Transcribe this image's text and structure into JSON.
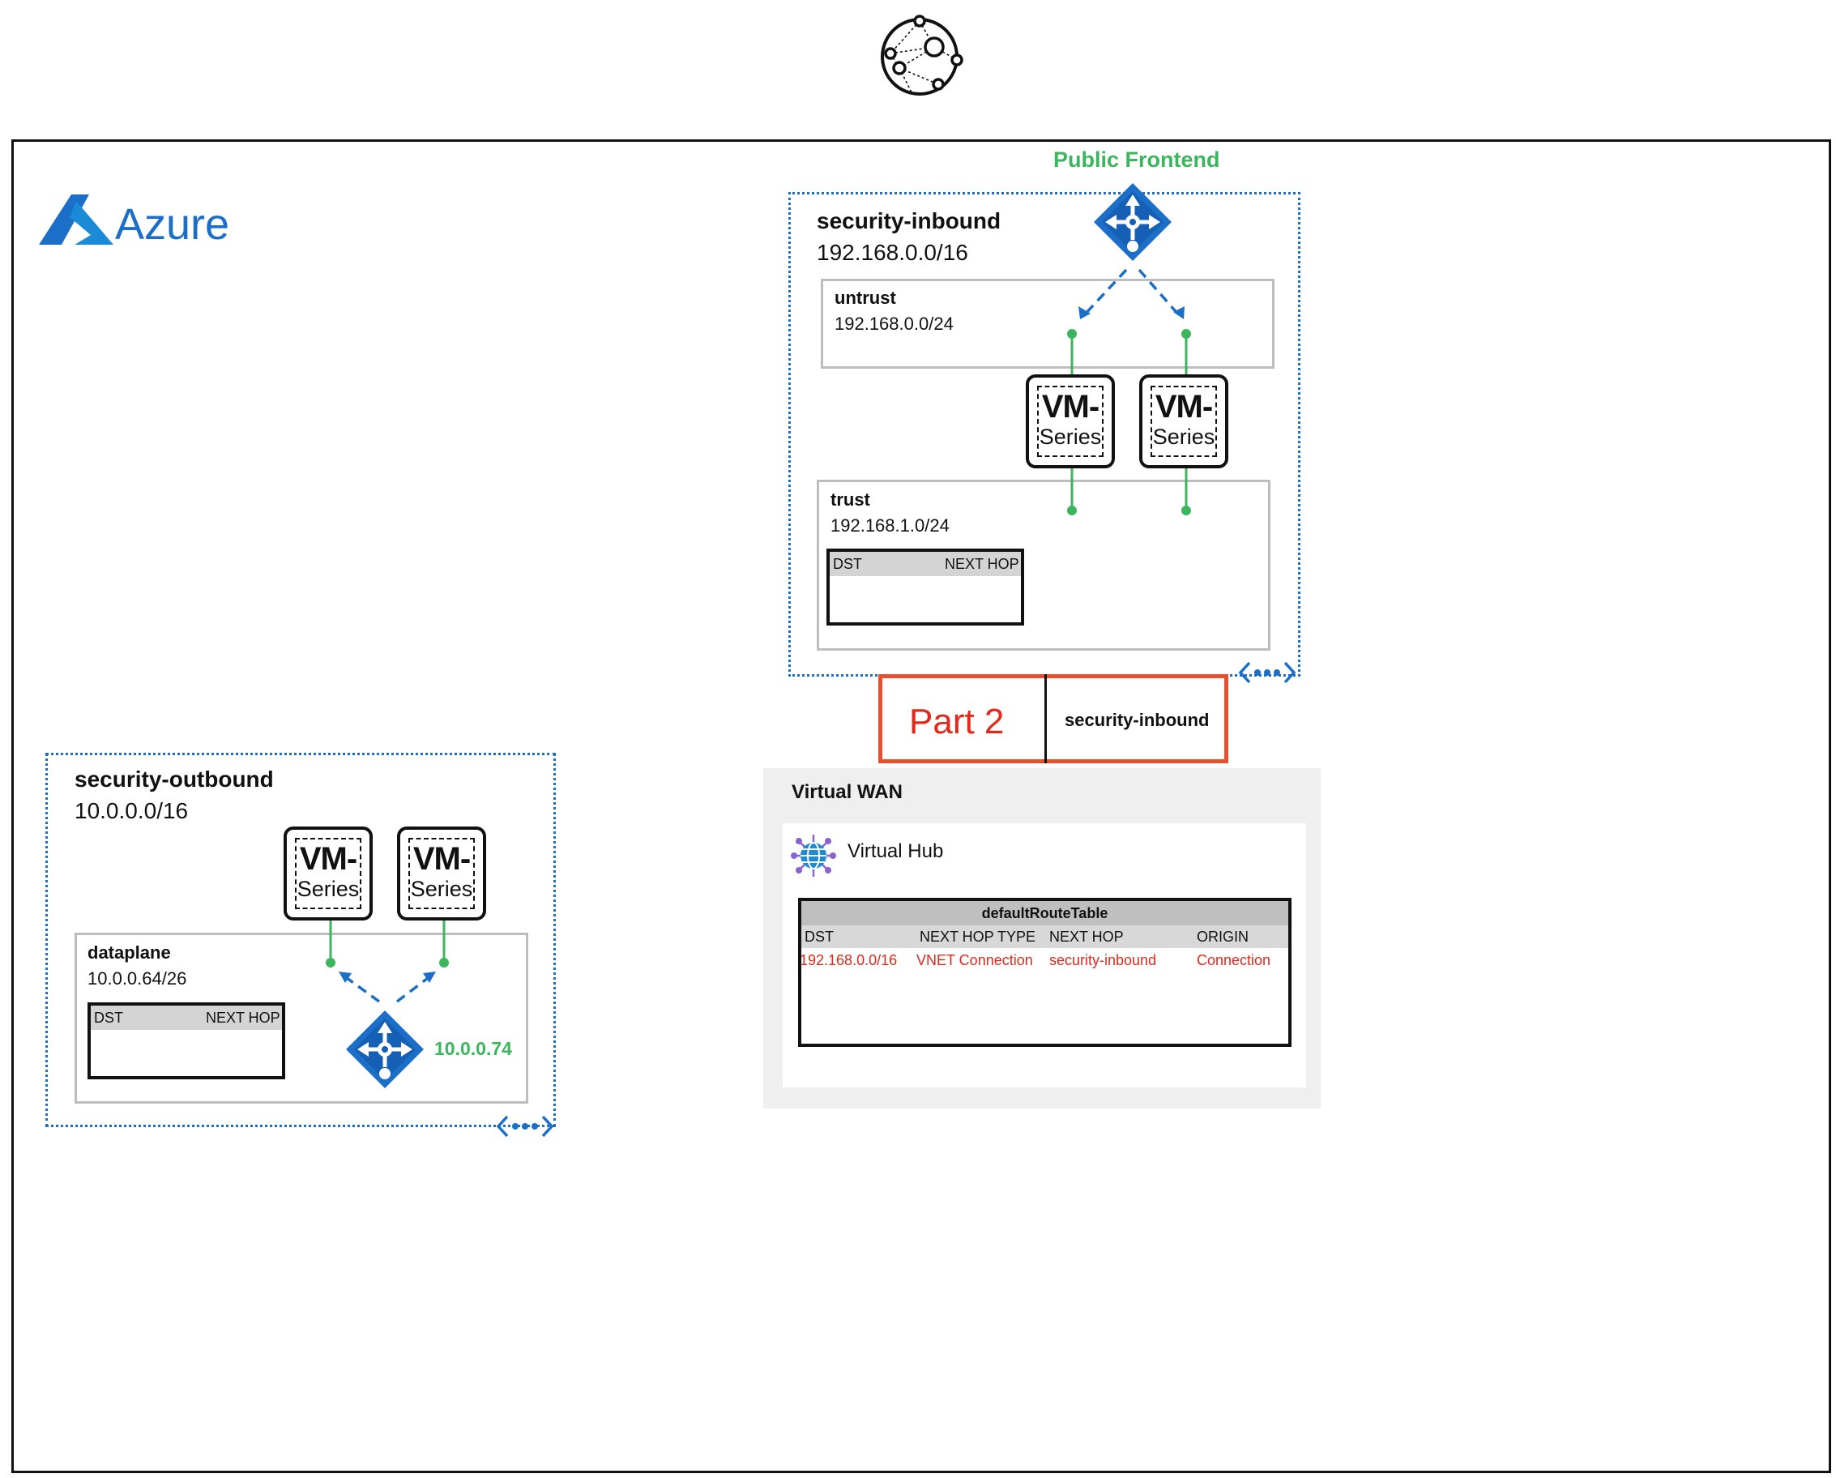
{
  "top_icon": "network-globe-icon",
  "cloud": {
    "name": "Azure",
    "logo": "azure-logo-icon"
  },
  "colors": {
    "azure_blue": "#1B6FC8",
    "green": "#3CB55C",
    "red": "#E2281B",
    "part_border": "#E5512E",
    "gray_border": "#bdbdbd",
    "vwan_bg": "#efefef"
  },
  "inbound": {
    "frontend_label": "Public Frontend",
    "vnet_name": "security-inbound",
    "vnet_cidr": "192.168.0.0/16",
    "untrust": {
      "name": "untrust",
      "cidr": "192.168.0.0/24"
    },
    "trust": {
      "name": "trust",
      "cidr": "192.168.1.0/24"
    },
    "route_table": {
      "col_dst": "DST",
      "col_next_hop": "NEXT HOP"
    }
  },
  "vm_series": {
    "line1": "VM-",
    "line2": "Series"
  },
  "part": {
    "label": "Part 2",
    "connection": "security-inbound"
  },
  "outbound": {
    "vnet_name": "security-outbound",
    "vnet_cidr": "10.0.0.0/16",
    "dataplane": {
      "name": "dataplane",
      "cidr": "10.0.0.64/26"
    },
    "route_table": {
      "col_dst": "DST",
      "col_next_hop": "NEXT HOP"
    },
    "lb_ip": "10.0.0.74"
  },
  "vwan": {
    "title": "Virtual WAN",
    "hub_label": "Virtual Hub",
    "route_table": {
      "title": "defaultRouteTable",
      "columns": [
        "DST",
        "NEXT HOP TYPE",
        "NEXT HOP",
        "ORIGIN"
      ],
      "rows": [
        [
          "192.168.0.0/16",
          "VNET Connection",
          "security-inbound",
          "Connection"
        ]
      ]
    }
  }
}
